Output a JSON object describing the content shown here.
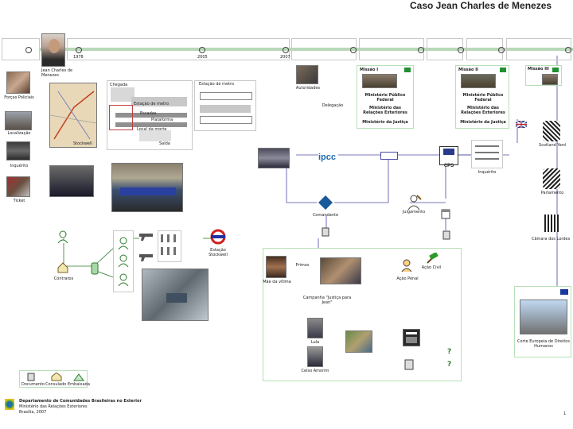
{
  "title": "Caso Jean Charles de Menezes",
  "timeline": {
    "dates": [
      "1978",
      "2005",
      "2007"
    ]
  },
  "left_column": {
    "portrait_label": "Jean Charles de Menezes",
    "items": [
      "Forças Policiais",
      "Localização",
      "Inquérito",
      "Ticket"
    ]
  },
  "center": {
    "map_label": "Stockwell",
    "plan_labels": [
      "Chegada",
      "Estação de metro",
      "Escadas",
      "Plataforma",
      "Local da morte",
      "Saída"
    ],
    "station_label": "Estação Stockwell",
    "contratos_label": "Contratos",
    "plan_title": "Estação de metro"
  },
  "brazil": {
    "panels": [
      {
        "header": "Missão I",
        "lines": [
          "Ministério Público Federal",
          "Ministério das Relações Exteriores",
          "Ministério da Justiça"
        ]
      },
      {
        "header": "Missão II",
        "lines": [
          "Ministério Público Federal",
          "Ministério das Relações Exteriores",
          "Ministério da Justiça"
        ]
      },
      {
        "header": "Missão III",
        "lines": []
      }
    ],
    "officials_label": "Autoridades",
    "delegation_label": "Delegação"
  },
  "uk": {
    "ipcc": "ipcc",
    "cps": "CPS",
    "police_label": "Comandante",
    "jury_label": "Julgamento",
    "court_label": "Corte Europeia de Direitos Humanos",
    "labels": [
      "Scotland Yard",
      "Parlamento",
      "Inquérito",
      "Câmara dos Lordes"
    ]
  },
  "family": {
    "mother": "Mãe da vítima",
    "cousins": "Primos",
    "campaign": "Campanha \"Justiça para Jean\"",
    "civil": "Ação Civil",
    "criminal": "Ação Penal",
    "persons": [
      "Lula",
      "Celso Amorim"
    ]
  },
  "legend": {
    "items": [
      "Documento",
      "Consulado",
      "Embaixada"
    ]
  },
  "footer": {
    "line1": "Departamento de Comunidades Brasileiras no Exterior",
    "line2": "Ministério das Relações Exteriores",
    "line3": "Brasília, 2007",
    "page": "1"
  }
}
